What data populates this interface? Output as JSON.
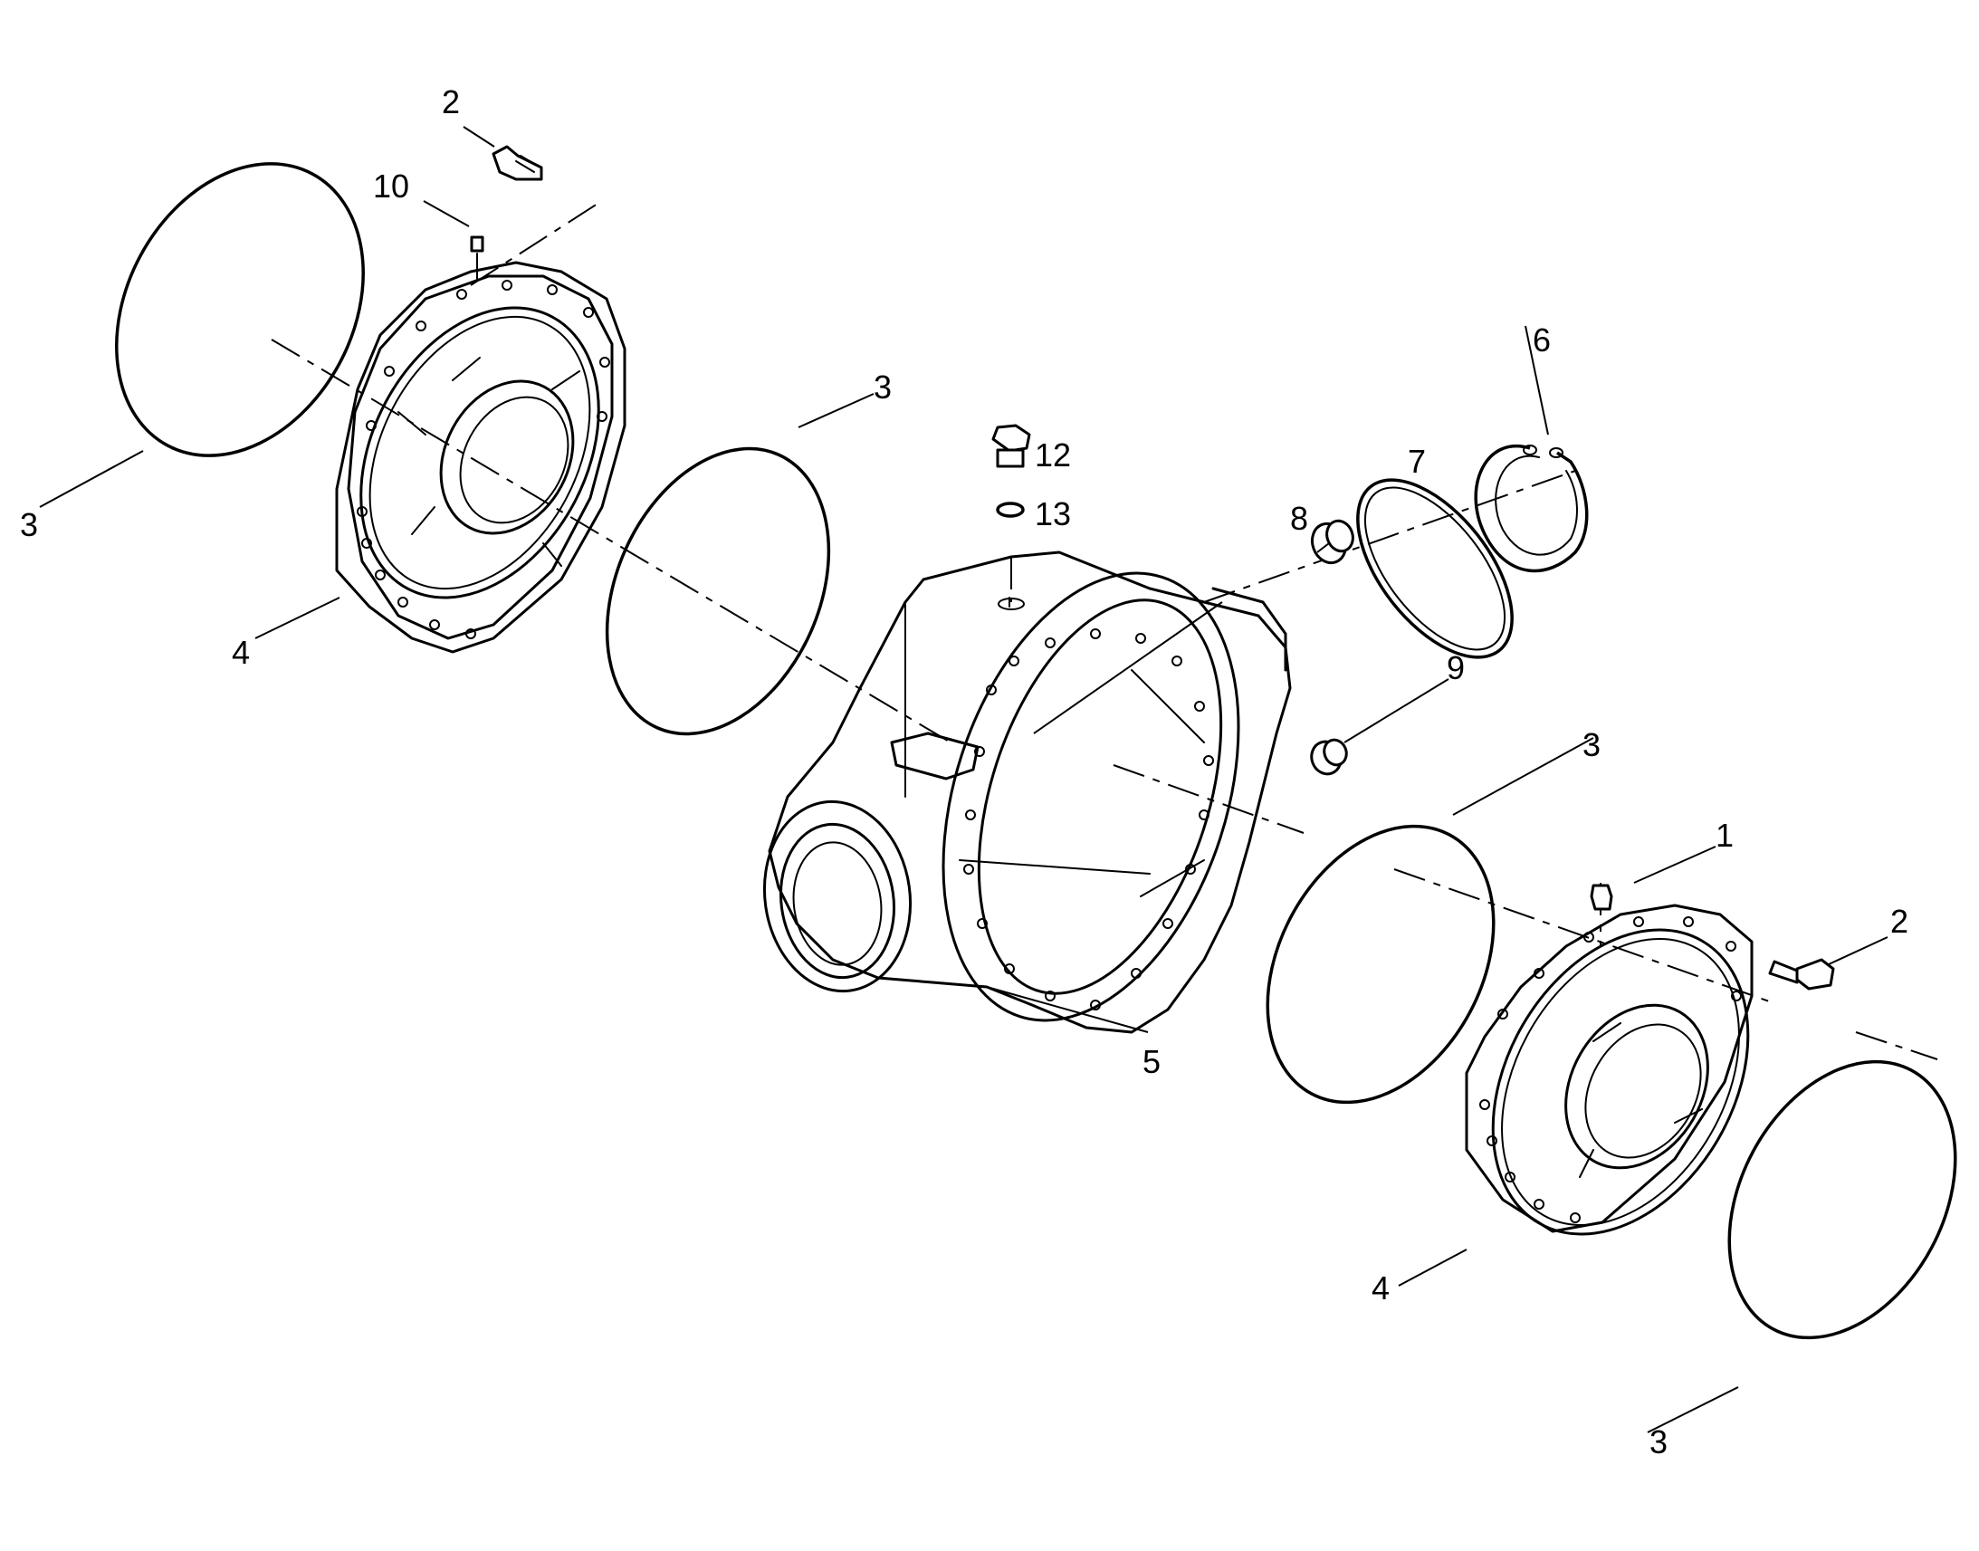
{
  "drawing": {
    "callouts": [
      {
        "id": "c1",
        "text": "1"
      },
      {
        "id": "c2a",
        "text": "2"
      },
      {
        "id": "c2b",
        "text": "2"
      },
      {
        "id": "c3a",
        "text": "3"
      },
      {
        "id": "c3b",
        "text": "3"
      },
      {
        "id": "c3c",
        "text": "3"
      },
      {
        "id": "c3d",
        "text": "3"
      },
      {
        "id": "c4a",
        "text": "4"
      },
      {
        "id": "c4b",
        "text": "4"
      },
      {
        "id": "c5",
        "text": "5"
      },
      {
        "id": "c6",
        "text": "6"
      },
      {
        "id": "c7",
        "text": "7"
      },
      {
        "id": "c8",
        "text": "8"
      },
      {
        "id": "c9",
        "text": "9"
      },
      {
        "id": "c10",
        "text": "10"
      },
      {
        "id": "c12",
        "text": "12"
      },
      {
        "id": "c13",
        "text": "13"
      }
    ]
  }
}
